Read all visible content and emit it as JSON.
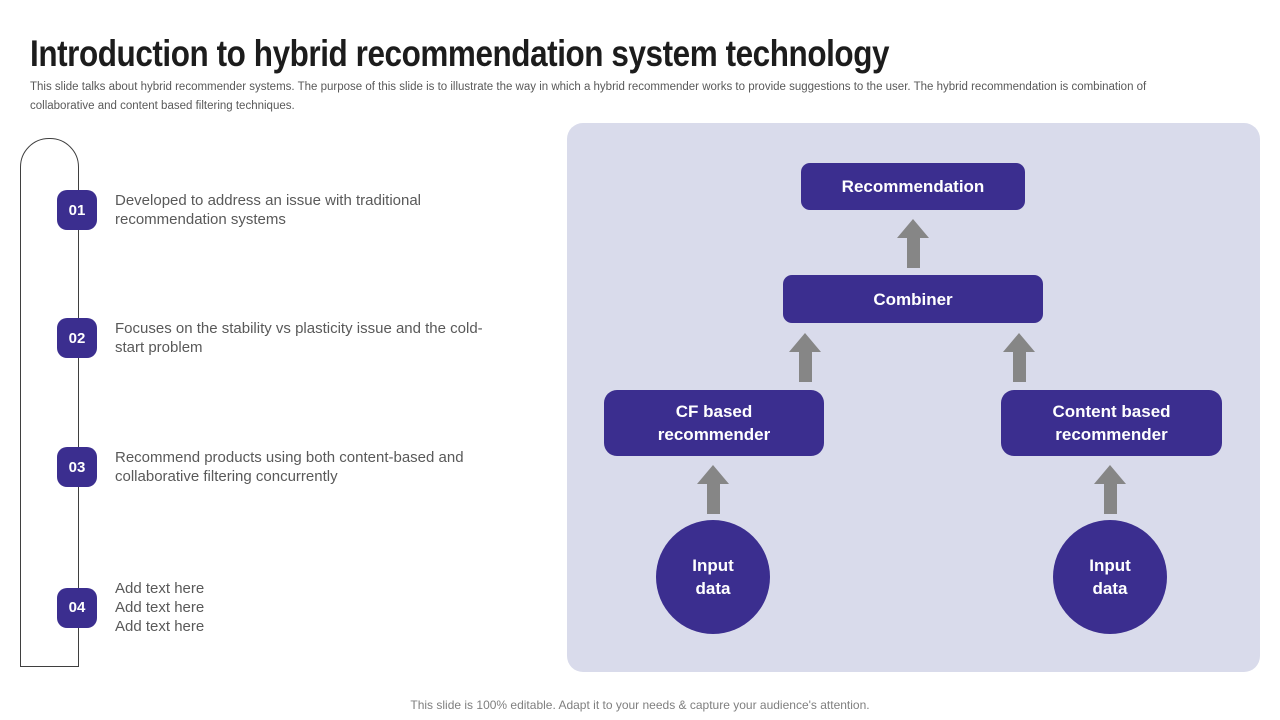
{
  "slide": {
    "title": "Introduction to hybrid recommendation system technology",
    "subtitle": "This slide talks about hybrid recommender systems. The purpose of this slide is to illustrate the way in which a hybrid recommender works to provide suggestions to the user. The hybrid recommendation is combination of collaborative and content based filtering techniques.",
    "footer": "This slide is 100% editable. Adapt it to your needs & capture your audience's attention."
  },
  "list": {
    "items": [
      {
        "number": "01",
        "text": "Developed to address an issue with traditional recommendation systems"
      },
      {
        "number": "02",
        "text": "Focuses on the stability vs plasticity issue and the cold-start problem"
      },
      {
        "number": "03",
        "text": "Recommend products using both content-based and collaborative filtering concurrently"
      },
      {
        "number": "04",
        "text": "Add text here\nAdd text here\nAdd text here"
      }
    ]
  },
  "diagram": {
    "nodes": {
      "recommendation": "Recommendation",
      "combiner": "Combiner",
      "cf_recommender": "CF based\nrecommender",
      "content_recommender": "Content based\nrecommender",
      "input_left": "Input\ndata",
      "input_right": "Input\ndata"
    },
    "arrow_icon": "up-block-arrow"
  },
  "colors": {
    "accent_purple": "#3b2e8f",
    "panel_lavender": "#d9dbeb",
    "arrow_gray": "#868686",
    "body_text_gray": "#595959",
    "title_black": "#1c1c1c",
    "outline_gray": "#3f3f3f"
  }
}
